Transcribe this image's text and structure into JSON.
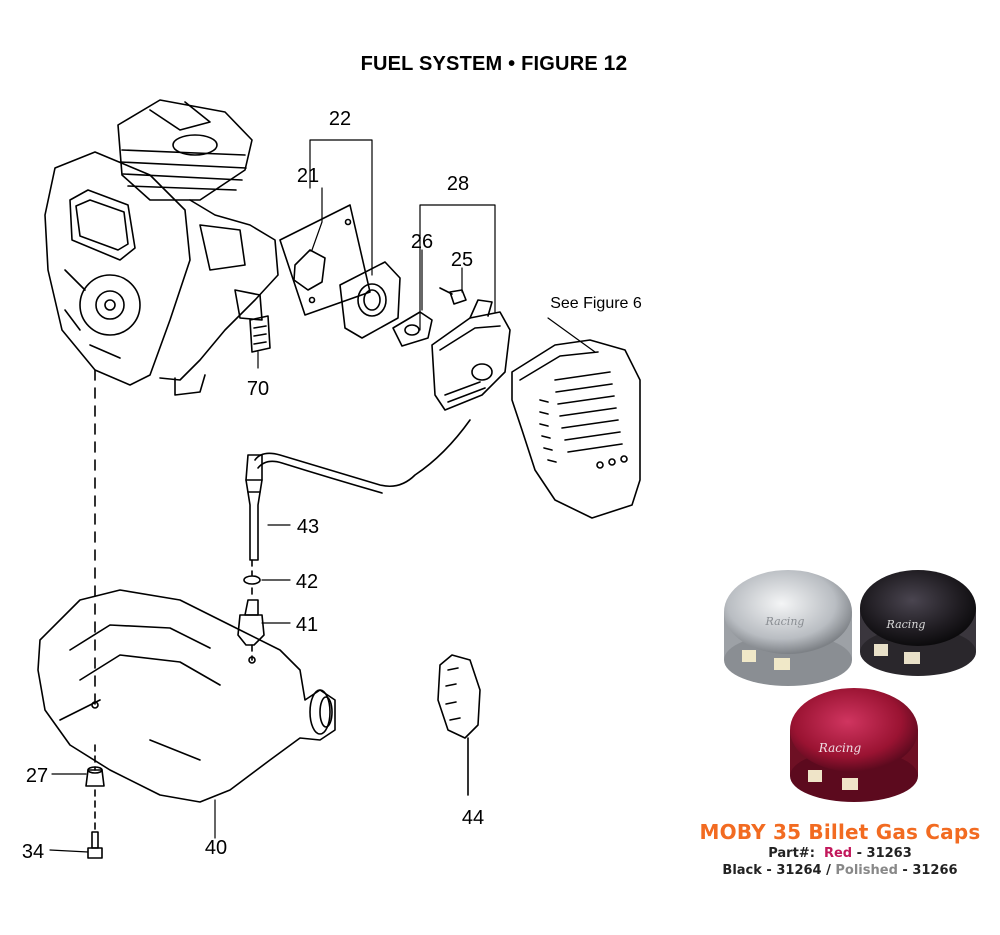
{
  "title": {
    "main": "FUEL SYSTEM  •  FIGURE",
    "number": "12"
  },
  "callouts": {
    "c21": "21",
    "c22": "22",
    "c25": "25",
    "c26": "26",
    "c28": "28",
    "c70": "70",
    "c43": "43",
    "c42": "42",
    "c41": "41",
    "c27": "27",
    "c34": "34",
    "c40": "40",
    "c44": "44",
    "see_figure": "See Figure 6"
  },
  "ad": {
    "headline": "MOBY 35 Billet Gas Caps",
    "part_label": "Part#:",
    "red_label": "Red",
    "red_num": " - 31263",
    "black_label": "Black",
    "black_num": " - 31264 / ",
    "polished_label": "Polished",
    "polished_num": " - 31266",
    "cap_logo": "Racing",
    "colors": {
      "polished": "#c9ccd0",
      "black": "#1e1b20",
      "red": "#9a1332",
      "orange": "#f26b21"
    }
  }
}
